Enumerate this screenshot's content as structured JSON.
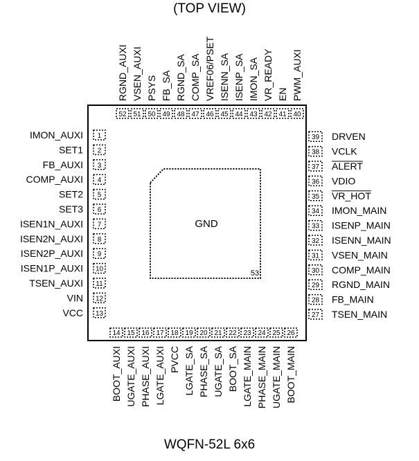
{
  "title": "(TOP VIEW)",
  "footer": "WQFN-52L 6x6",
  "center_label": "GND",
  "center_pin": "53",
  "left_pins": [
    {
      "num": "1",
      "name": "IMON_AUXI"
    },
    {
      "num": "2",
      "name": "SET1"
    },
    {
      "num": "3",
      "name": "FB_AUXI"
    },
    {
      "num": "4",
      "name": "COMP_AUXI"
    },
    {
      "num": "5",
      "name": "SET2"
    },
    {
      "num": "6",
      "name": "SET3"
    },
    {
      "num": "7",
      "name": "ISEN1N_AUXI"
    },
    {
      "num": "8",
      "name": "ISEN2N_AUXI"
    },
    {
      "num": "9",
      "name": "ISEN2P_AUXI"
    },
    {
      "num": "10",
      "name": "ISEN1P_AUXI"
    },
    {
      "num": "11",
      "name": "TSEN_AUXI"
    },
    {
      "num": "12",
      "name": "VIN"
    },
    {
      "num": "13",
      "name": "VCC"
    }
  ],
  "bottom_pins": [
    {
      "num": "14",
      "name": "BOOT_AUXI"
    },
    {
      "num": "15",
      "name": "UGATE_AUXI"
    },
    {
      "num": "16",
      "name": "PHASE_AUXI"
    },
    {
      "num": "17",
      "name": "LGATE_AUXI"
    },
    {
      "num": "18",
      "name": "PVCC"
    },
    {
      "num": "19",
      "name": "LGATE_SA"
    },
    {
      "num": "20",
      "name": "PHASE_SA"
    },
    {
      "num": "21",
      "name": "UGATE_SA"
    },
    {
      "num": "22",
      "name": "BOOT_SA"
    },
    {
      "num": "23",
      "name": "LGATE_MAIN"
    },
    {
      "num": "24",
      "name": "PHASE_MAIN"
    },
    {
      "num": "25",
      "name": "UGATE_MAIN"
    },
    {
      "num": "26",
      "name": "BOOT_MAIN"
    }
  ],
  "right_pins": [
    {
      "num": "27",
      "name": "TSEN_MAIN"
    },
    {
      "num": "28",
      "name": "FB_MAIN"
    },
    {
      "num": "29",
      "name": "RGND_MAIN"
    },
    {
      "num": "30",
      "name": "COMP_MAIN"
    },
    {
      "num": "31",
      "name": "VSEN_MAIN"
    },
    {
      "num": "32",
      "name": "ISENN_MAIN"
    },
    {
      "num": "33",
      "name": "ISENP_MAIN"
    },
    {
      "num": "34",
      "name": "IMON_MAIN"
    },
    {
      "num": "35",
      "name": "VR_HOT",
      "overbar": true
    },
    {
      "num": "36",
      "name": "VDIO"
    },
    {
      "num": "37",
      "name": "ALERT",
      "overbar": true
    },
    {
      "num": "38",
      "name": "VCLK"
    },
    {
      "num": "39",
      "name": "DRVEN"
    }
  ],
  "top_pins": [
    {
      "num": "40",
      "name": "PWM_AUXI"
    },
    {
      "num": "41",
      "name": "EN"
    },
    {
      "num": "42",
      "name": "VR_READY"
    },
    {
      "num": "43",
      "name": "IMON_SA"
    },
    {
      "num": "44",
      "name": "ISENP_SA"
    },
    {
      "num": "45",
      "name": "ISENN_SA"
    },
    {
      "num": "46",
      "name": "VREF06/PSET"
    },
    {
      "num": "47",
      "name": "COMP_SA"
    },
    {
      "num": "48",
      "name": "RGND_SA"
    },
    {
      "num": "49",
      "name": "FB_SA"
    },
    {
      "num": "50",
      "name": "PSYS"
    },
    {
      "num": "51",
      "name": "VSEN_AUXI"
    },
    {
      "num": "52",
      "name": "RGND_AUXI"
    }
  ]
}
